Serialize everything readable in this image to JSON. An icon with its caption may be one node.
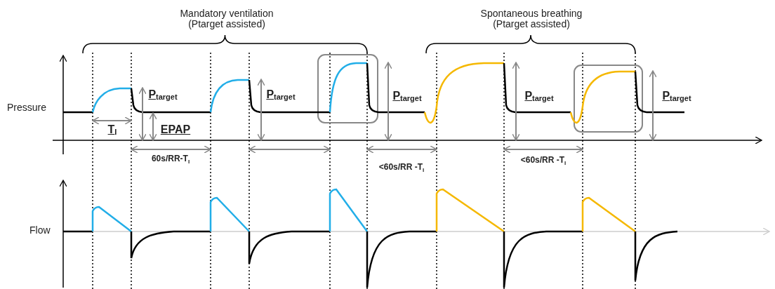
{
  "diagram": {
    "labels": [
      "Mandatory ventilation (Ptarget assisted)",
      "Spontaneous breathing (Ptarget assisted)",
      "P$_{target}$",
      "P$_{target}$",
      "P$_{target}$",
      "P$_{target}$",
      "P$_{target}$",
      "Pressure",
      "T$_{I}$",
      "EPAP",
      "60s/RR-T$_{I}$",
      "<60s/RR -T$_{I}$",
      "<60s/RR -T$_{I}$",
      "Flow"
    ]
  }
}
